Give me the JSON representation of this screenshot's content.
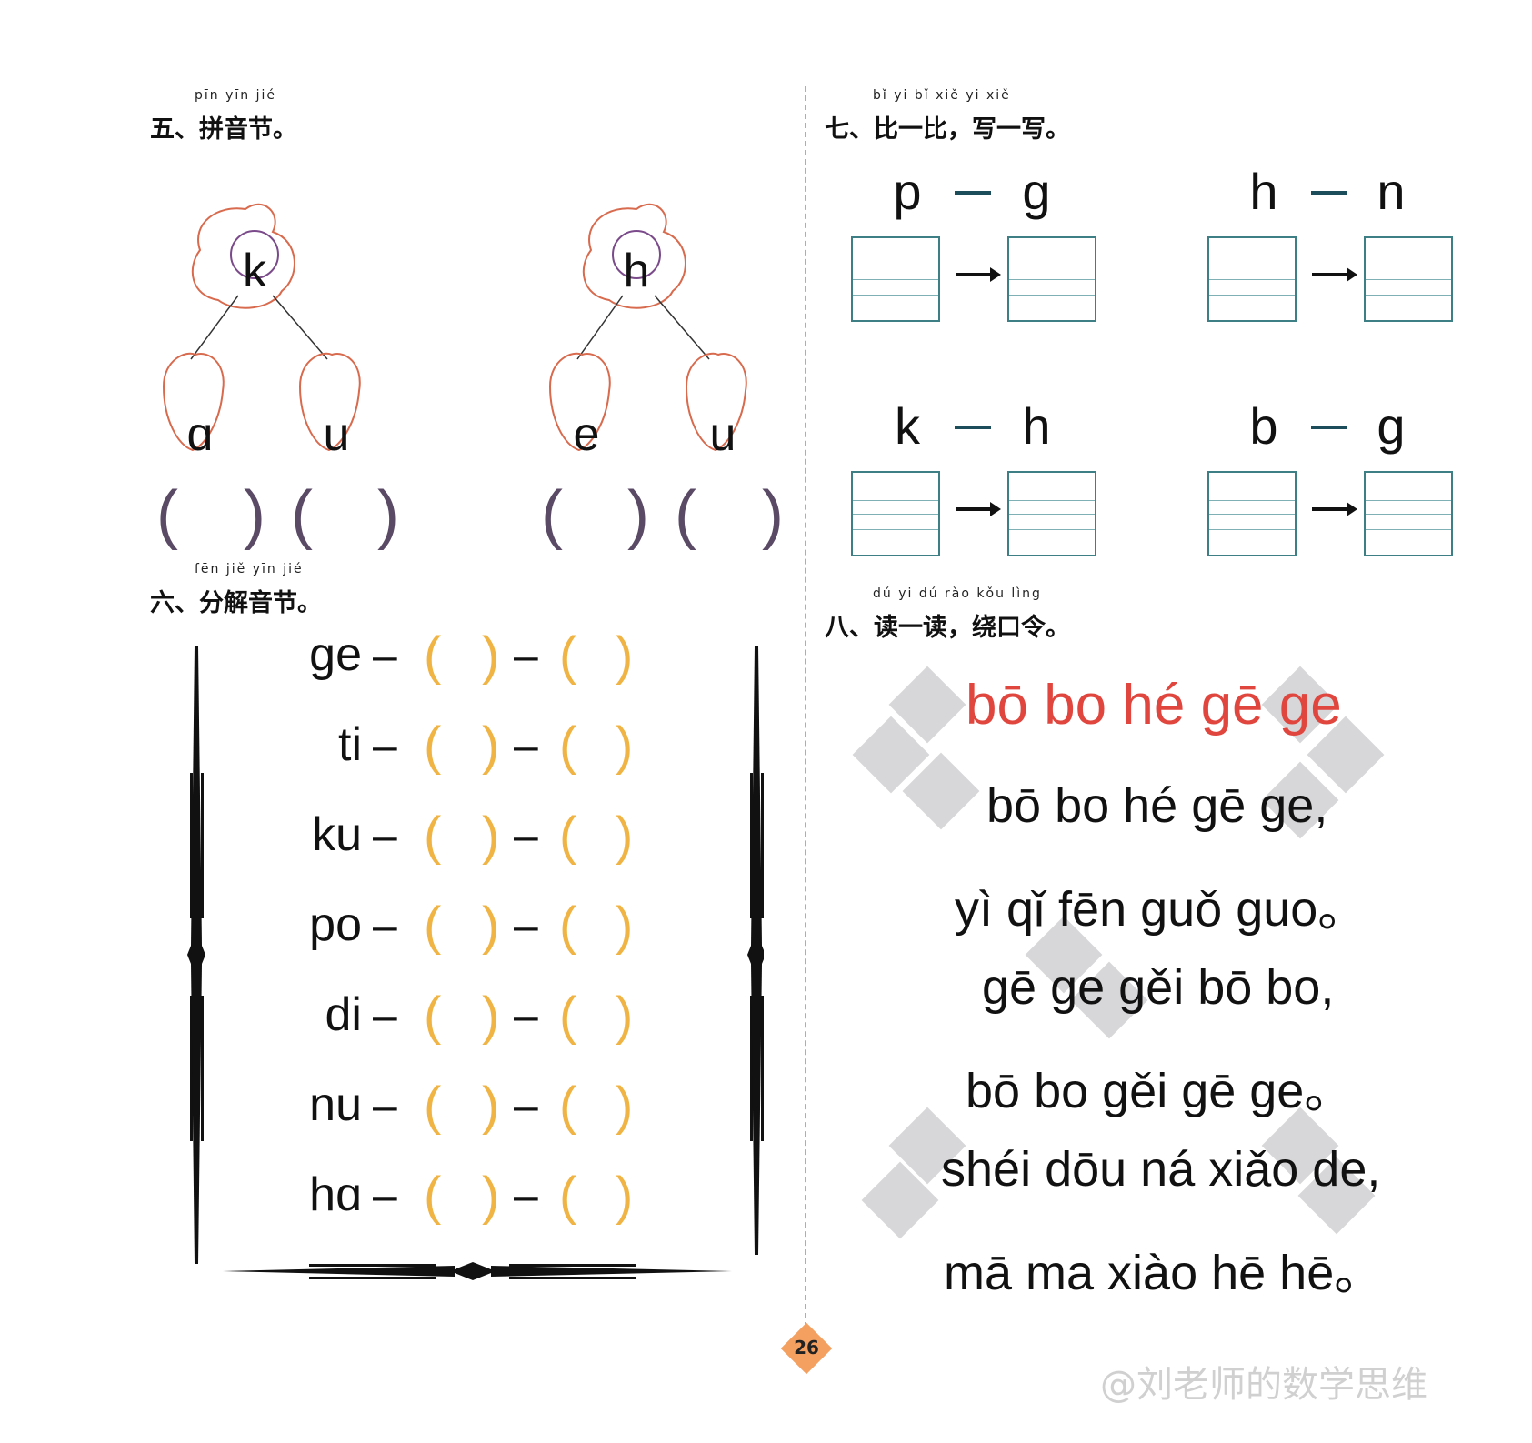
{
  "section5": {
    "pinyin": "pīn yīn jié",
    "title": "五、拼音节。",
    "trees": [
      {
        "top": "k",
        "left": "ɑ",
        "right": "u"
      },
      {
        "top": "h",
        "left": "e",
        "right": "u"
      }
    ],
    "paren_open": "(",
    "paren_close": ")"
  },
  "section6": {
    "pinyin": "fēn jiě yīn jié",
    "title": "六、分解音节。",
    "dash": "–",
    "paren_open": "(",
    "paren_close": ")",
    "syllables": [
      "ge",
      "ti",
      "ku",
      "po",
      "di",
      "nu",
      "hɑ"
    ]
  },
  "section7": {
    "pinyin": "bǐ  yi  bǐ    xiě  yi  xiě",
    "title": "七、比一比，写一写。",
    "pairs": [
      {
        "a": "p",
        "b": "g"
      },
      {
        "a": "h",
        "b": "n"
      },
      {
        "a": "k",
        "b": "h"
      },
      {
        "a": "b",
        "b": "g"
      }
    ]
  },
  "section8": {
    "pinyin": "dú  yi  dú   rào kǒu lìng",
    "title": "八、读一读，绕口令。",
    "poem_title": "bō bo hé gē ge",
    "lines": [
      "bō bo hé gē ge,",
      "yì qǐ fēn guǒ guo。",
      "gē ge gěi bō bo,",
      "bō bo gěi gē ge。",
      "shéi dōu ná xiǎo de,",
      "mā ma xiào hē hē。"
    ]
  },
  "page_number": "26",
  "watermark": "@刘老师的数学思维",
  "colors": {
    "poem_title": "#e0463e",
    "paren_orange": "#f0b444",
    "box_teal": "#3e7f86",
    "fruit_outline": "#d86a4e"
  }
}
